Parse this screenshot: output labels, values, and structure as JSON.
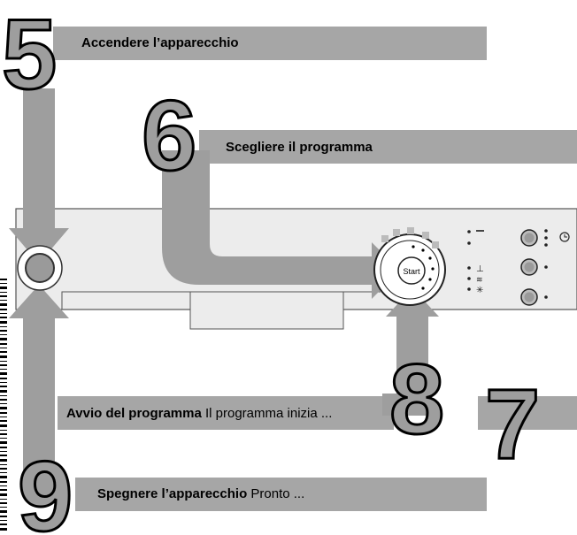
{
  "steps": [
    {
      "number": "5",
      "title": "Accendere l’apparecchio",
      "text": ""
    },
    {
      "number": "6",
      "title": "Scegliere il programma",
      "text": ""
    },
    {
      "number": "7",
      "title": "",
      "text": ""
    },
    {
      "number": "8",
      "title": "Avvio del programma",
      "text": " Il programma inizia ..."
    },
    {
      "number": "9",
      "title": "Spegnere l’apparecchio",
      "text": " Pronto ..."
    }
  ],
  "panel": {
    "start_label": "Start",
    "indicators": [
      "rinse-indicator",
      "salt-indicator",
      "tap-indicator",
      "dry-indicator",
      "eco-indicator"
    ],
    "timer_icon": "clock-icon"
  },
  "colors": {
    "banner": "#a6a6a6",
    "arrow": "#9e9e9e",
    "panel_bg": "#ececec",
    "panel_border": "#555555"
  }
}
